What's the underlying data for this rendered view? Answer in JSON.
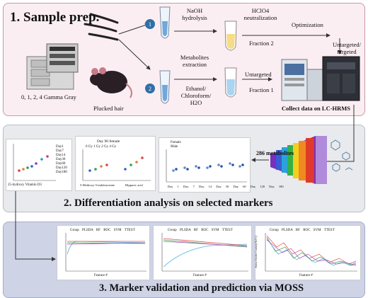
{
  "panel1": {
    "title": "1.  Sample prep.",
    "dose_label": "0, 1, 2, 4 Gamma Gray",
    "plucked_label": "Plucked hair",
    "step1_badge": "1",
    "step2_badge": "2",
    "naoh_label": "NaOH hydrolysis",
    "hclo4_label": "HClO4 neutralization",
    "fraction2_label": "Fraction 2",
    "optimization_label": "Optimization",
    "metabolites_label": "Metabolites extraction",
    "untargeted_label": "Untargeted",
    "fraction1_label": "Fraction 1",
    "solvent_label": "Ethanol/ Chloroform/ H2O",
    "untargeted_targeted_label": "Untargeted/ targeted",
    "collect_label": "Collect data on LC-HRMS"
  },
  "panel2": {
    "title": "2.  Differentiation analysis on selected markers",
    "metabolites_count_label": "286 metabolites",
    "chart_a_xlabel": "25-hydroxy Vitamin D3",
    "chart_a_legend": [
      "Day1",
      "Day7",
      "Day14",
      "Day30",
      "Day60",
      "Day120",
      "Day180"
    ],
    "chart_b_title": "Day 90 female",
    "chart_b_legend": [
      "0 Gy",
      "1 Gy",
      "2 Gy",
      "4 Gy"
    ],
    "chart_b_xlabels": [
      "5-Methoxy-3-indoleacetate",
      "Hippuric acid"
    ],
    "chart_c_legend": [
      "Female",
      "Male"
    ],
    "chart_c_xlabels": [
      "Day 1",
      "Day 7",
      "Day 14",
      "Day 30",
      "Day 60",
      "Day 120",
      "Day 180"
    ]
  },
  "panel3": {
    "title": "3.  Marker validation and prediction via MOSS",
    "group_legend": [
      "Group",
      "PLSDA",
      "RF",
      "ROC",
      "SVM",
      "TTEST"
    ],
    "xlabel": "Feature #",
    "ylabel": "Area Under Curve(AUC)"
  },
  "colors": {
    "panel1_bg": "#fbeef2",
    "panel2_bg": "#e8eaed",
    "panel3_bg": "#cfd3e6",
    "badge": "#2f6fa8",
    "funnel": [
      "#7a2fbf",
      "#3b5bd6",
      "#2aa3d8",
      "#34b04a",
      "#f0d020",
      "#f08a20",
      "#e03a2a"
    ]
  }
}
